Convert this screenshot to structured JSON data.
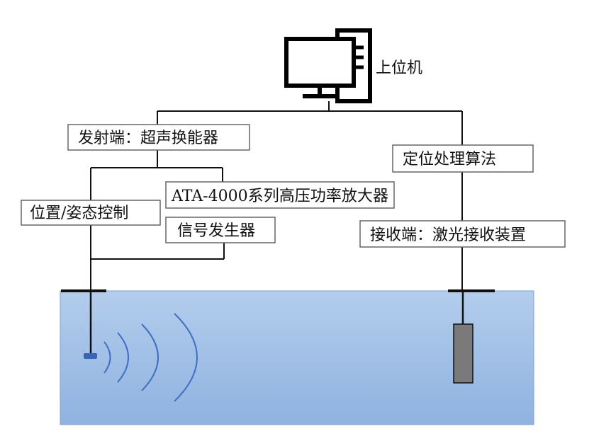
{
  "host_computer": {
    "label": "上位机"
  },
  "transmitter": {
    "label": "发射端：超声换能器"
  },
  "position_control": {
    "label": "位置/姿态控制"
  },
  "amplifier": {
    "label": "ATA-4000系列高压功率放大器"
  },
  "signal_generator": {
    "label": "信号发生器"
  },
  "localization_algorithm": {
    "label": "定位处理算法"
  },
  "receiver": {
    "label": "接收端：激光接收装置"
  },
  "colors": {
    "water_fill": "#9dbde3",
    "water_edge": "#7fa3d6",
    "wave_stroke": "#3f6fc4",
    "transducer": "#3a64b4",
    "receiver_probe": "#7a7a7a"
  }
}
